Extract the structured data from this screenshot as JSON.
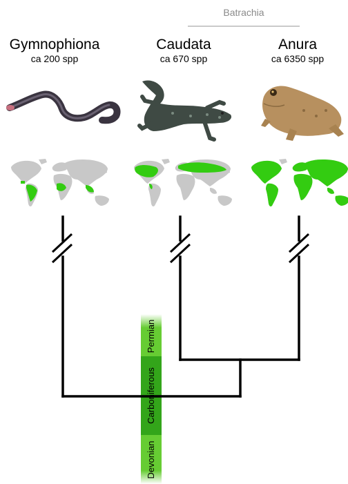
{
  "group_label": "Batrachia",
  "taxa": [
    {
      "name": "Gymnophiona",
      "count": "ca 200 spp",
      "animal": "caecilian-icon"
    },
    {
      "name": "Caudata",
      "count": "ca 670 spp",
      "animal": "salamander-icon"
    },
    {
      "name": "Anura",
      "count": "ca 6350 spp",
      "animal": "toad-icon"
    }
  ],
  "periods": [
    "Devonian",
    "Carboniferous",
    "Permian"
  ],
  "colors": {
    "range": "#33cc11",
    "land": "#c8c8c8",
    "timescale_dark": "#33a51a",
    "timescale_light": "#66cc33",
    "branch": "#000000",
    "group_line": "#aaaaaa"
  }
}
